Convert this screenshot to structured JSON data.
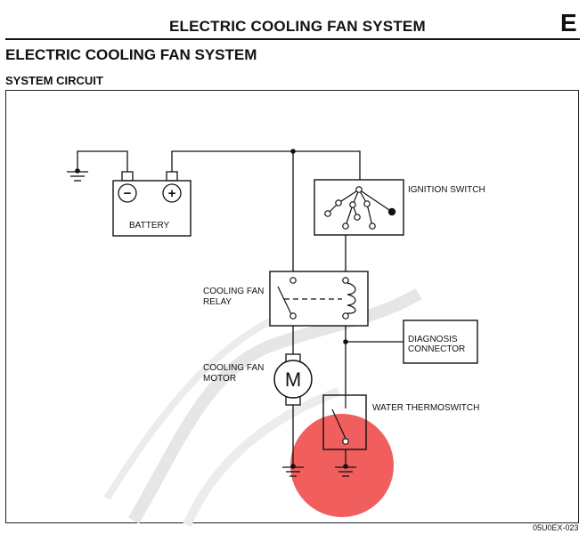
{
  "header": {
    "title": "ELECTRIC COOLING FAN SYSTEM",
    "section_letter": "E"
  },
  "page_title": "ELECTRIC COOLING FAN SYSTEM",
  "section_subtitle": "SYSTEM CIRCUIT",
  "components": {
    "battery": "BATTERY",
    "battery_negative": "−",
    "battery_positive": "+",
    "ignition_switch": "IGNITION SWITCH",
    "relay_line1": "COOLING FAN",
    "relay_line2": "RELAY",
    "motor_line1": "COOLING FAN",
    "motor_line2": "MOTOR",
    "motor_symbol": "M",
    "diagnosis_line1": "DIAGNOSIS",
    "diagnosis_line2": "CONNECTOR",
    "thermoswitch": "WATER THERMOSWITCH"
  },
  "figure_code": "05U0EX-023",
  "colors": {
    "line": "#111111",
    "watermark_gray": "#e6e6e6",
    "watermark_red": "#ee3a3a"
  }
}
